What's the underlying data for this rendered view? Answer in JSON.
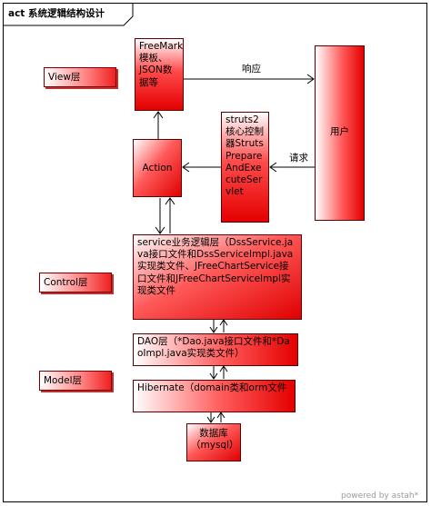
{
  "diagram": {
    "title": "act 系统逻辑结构设计",
    "layers": {
      "view": "View层",
      "control": "Control层",
      "model": "Model层"
    },
    "nodes": {
      "freemarker": "FreeMarker模板、JSON数据等",
      "user": "用户",
      "struts2": "struts2核心控制器StrutsPrepareAndExecuteServlet",
      "action": "Action",
      "service": "service业务逻辑层（DssService.java接口文件和DssServiceImpl.java实现类文件、JFreeChartService接口文件和JFreeChartServiceImpl实现类文件",
      "dao": "DAO层（*Dao.java接口文件和*DaoImpl.java实现类文件）",
      "hibernate": "Hibernate（domain类和orm文件",
      "database": "数据库（mysql）"
    },
    "edges": {
      "response": "响应",
      "request": "请求"
    },
    "footer": "powered by astah*"
  }
}
